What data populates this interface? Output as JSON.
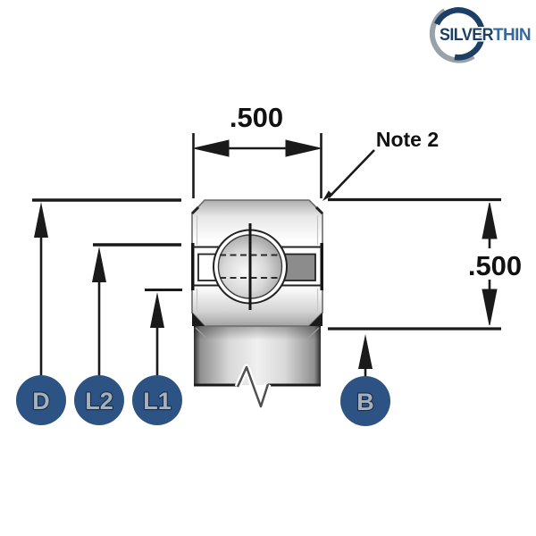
{
  "page": {
    "background": "#ffffff"
  },
  "logo": {
    "name": "SILVERTHIN",
    "text_primary": "SILVER",
    "text_secondary": "THIN",
    "color_primary": "#1c3f66",
    "color_secondary": "#36699f",
    "arc_gray": "#9aa1a8",
    "arc_navy": "#1c3f66"
  },
  "diagram": {
    "top_dimension": {
      "value": ".500"
    },
    "right_dimension": {
      "value": ".500"
    },
    "note": {
      "text": "Note 2"
    },
    "callouts": {
      "d": "D",
      "l2": "L2",
      "l1": "L1",
      "b": "B"
    },
    "colors": {
      "line": "#1a1a1a",
      "callout_fill": "#2d5384",
      "callout_letter": "#a9b1b8",
      "callout_letter_outline": "#14304e",
      "race_insert_gray": "#8c8c8c"
    }
  }
}
